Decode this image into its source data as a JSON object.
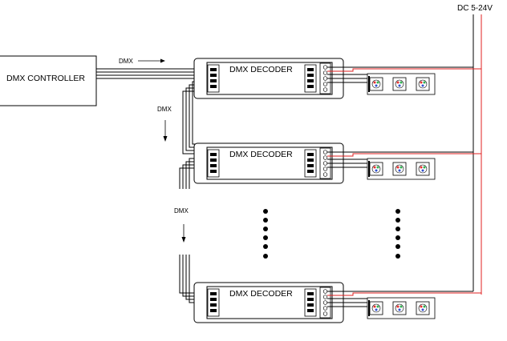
{
  "power_label": "DC 5-24V",
  "controller": {
    "label": "DMX CONTROLLER"
  },
  "dmx_labels": [
    "DMX",
    "DMX",
    "DMX"
  ],
  "decoders": [
    {
      "label": "DMX DECODER"
    },
    {
      "label": "DMX DECODER"
    },
    {
      "label": "DMX DECODER"
    }
  ],
  "colors": {
    "wire": "#000000",
    "power_red": "#e02020",
    "led_red": "#e53030",
    "led_green": "#30b050",
    "led_blue": "#3050d0"
  },
  "icons": [
    "arrow-right-icon",
    "arrow-down-icon",
    "ellipsis-vertical-icon",
    "rgb-led-icon"
  ]
}
